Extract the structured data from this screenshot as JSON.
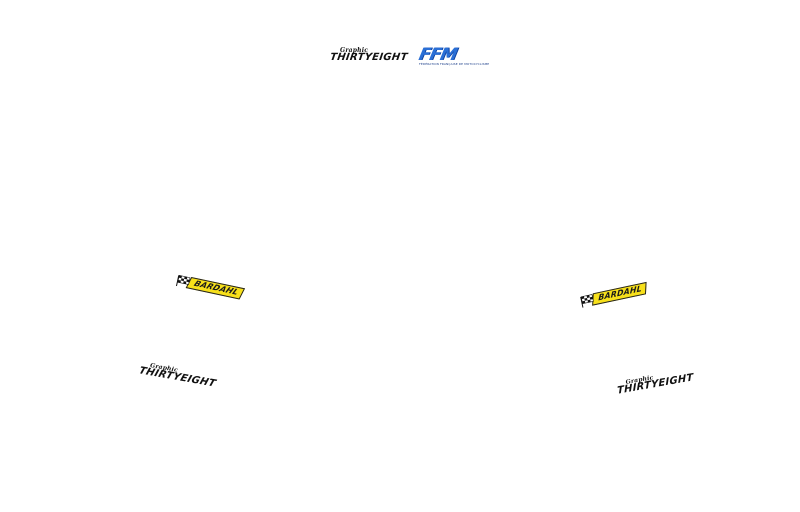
{
  "logos": {
    "thirtyeight": {
      "small": "Graphic",
      "big": "THIRTYEIGHT"
    },
    "ffm": {
      "main": "FFM",
      "sub": "FÉDÉRATION FRANÇAISE DE MOTOCYCLISME"
    },
    "bardahl": {
      "word": "BARDAHL"
    }
  },
  "colors": {
    "background": "#ffffff",
    "bardahl_yellow": "#f7e01a",
    "ffm_blue": "#2a6fd6",
    "logo_black": "#111111"
  }
}
